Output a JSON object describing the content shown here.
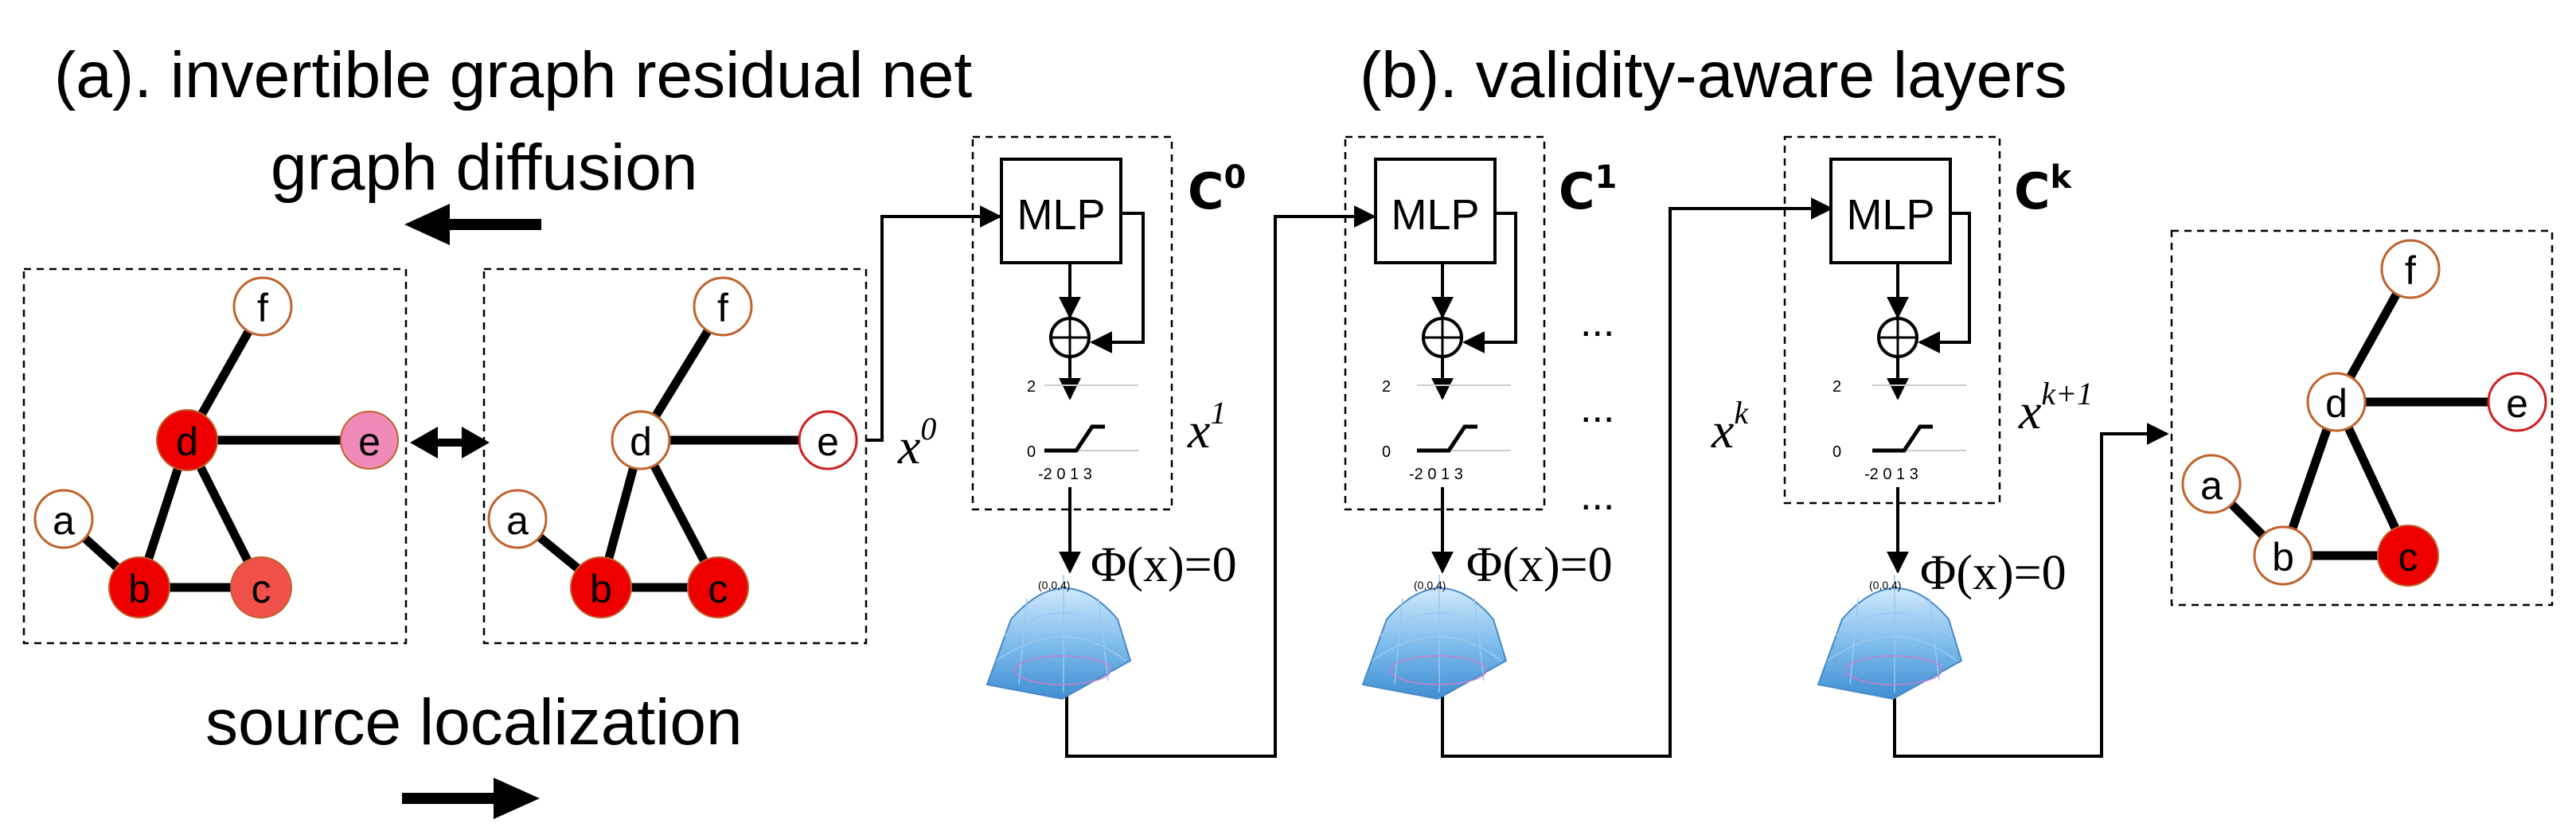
{
  "titles": {
    "a": "(a). invertible graph residual net",
    "b": "(b). validity-aware layers",
    "diffusion": "graph diffusion",
    "localization": "source localization"
  },
  "colors": {
    "source_red": "#ee0000",
    "light_red": "#f0504a",
    "pink": "#f08ab8",
    "node_outline": "#c0622c",
    "white": "#ffffff"
  },
  "node_labels": {
    "a": "a",
    "b": "b",
    "c": "c",
    "d": "d",
    "e": "e",
    "f": "f"
  },
  "variables": {
    "x0": "x",
    "x0_sup": "0",
    "x1": "x",
    "x1_sup": "1",
    "xk": "x",
    "xk_sup": "k",
    "xk1": "x",
    "xk1_sup": "k+1"
  },
  "blocks": [
    {
      "c_label": "C",
      "c_sup": "0",
      "mlp": "MLP",
      "phi": "Φ(x)=0",
      "act_ticks_y": [
        "2",
        "0"
      ],
      "act_ticks_x": "-2 0 1 3",
      "surface_peak": "(0,0,4)"
    },
    {
      "c_label": "C",
      "c_sup": "1",
      "mlp": "MLP",
      "phi": "Φ(x)=0",
      "act_ticks_y": [
        "2",
        "0"
      ],
      "act_ticks_x": "-2 0 1 3",
      "surface_peak": "(0,0,4)"
    },
    {
      "c_label": "C",
      "c_sup": "k",
      "mlp": "MLP",
      "phi": "Φ(x)=0",
      "act_ticks_y": [
        "2",
        "0"
      ],
      "act_ticks_x": "-2 0 1 3",
      "surface_peak": "(0,0,4)"
    }
  ],
  "ellipsis": "..."
}
